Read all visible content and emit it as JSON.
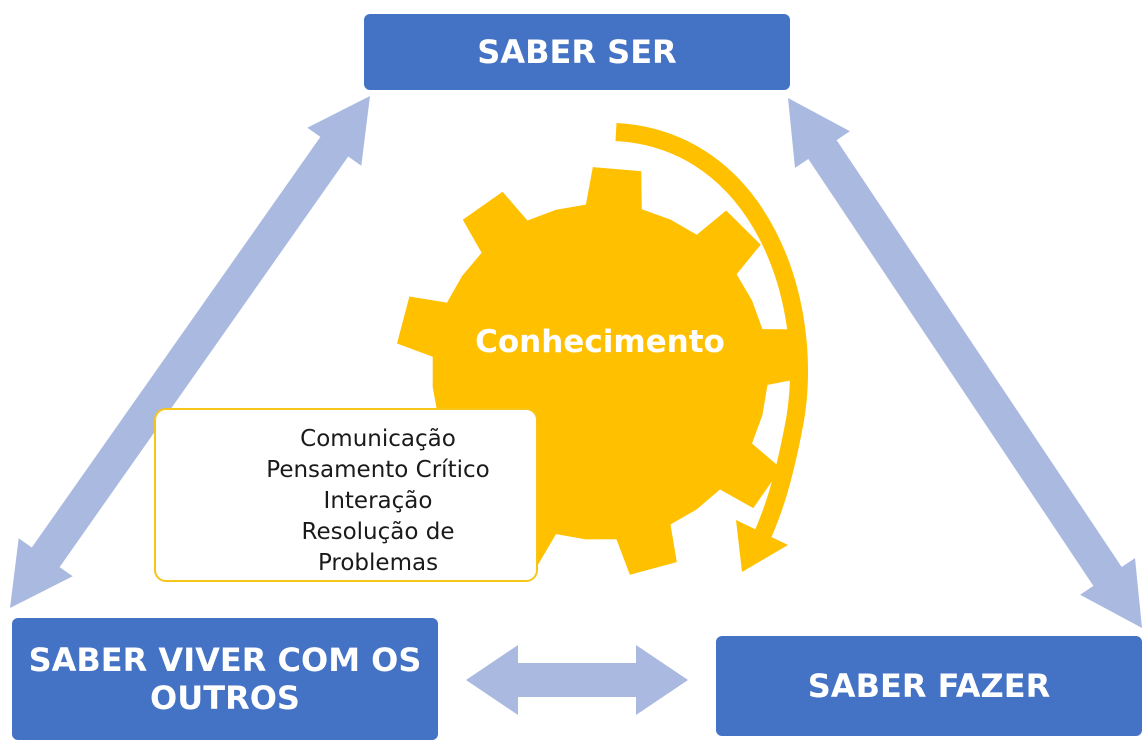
{
  "colors": {
    "box_fill": "#4472c4",
    "arrow_fill": "#aab9e0",
    "gear_fill": "#ffc000",
    "callout_border": "#f5c518",
    "text_dark": "#1a1a1a"
  },
  "nodes": {
    "ser": "SABER SER",
    "viver": "SABER VIVER COM OS OUTROS",
    "fazer": "SABER FAZER"
  },
  "gear": {
    "label": "Conhecimento",
    "icon": "gear-icon"
  },
  "skills": {
    "items": [
      "Comunicação",
      "Pensamento Crítico",
      "Interação",
      "Resolução de",
      "Problemas"
    ]
  },
  "connections": [
    {
      "from": "SABER SER",
      "to": "SABER VIVER COM OS OUTROS",
      "style": "double-arrow"
    },
    {
      "from": "SABER SER",
      "to": "SABER FAZER",
      "style": "double-arrow"
    },
    {
      "from": "SABER VIVER COM OS OUTROS",
      "to": "SABER FAZER",
      "style": "double-arrow"
    }
  ]
}
